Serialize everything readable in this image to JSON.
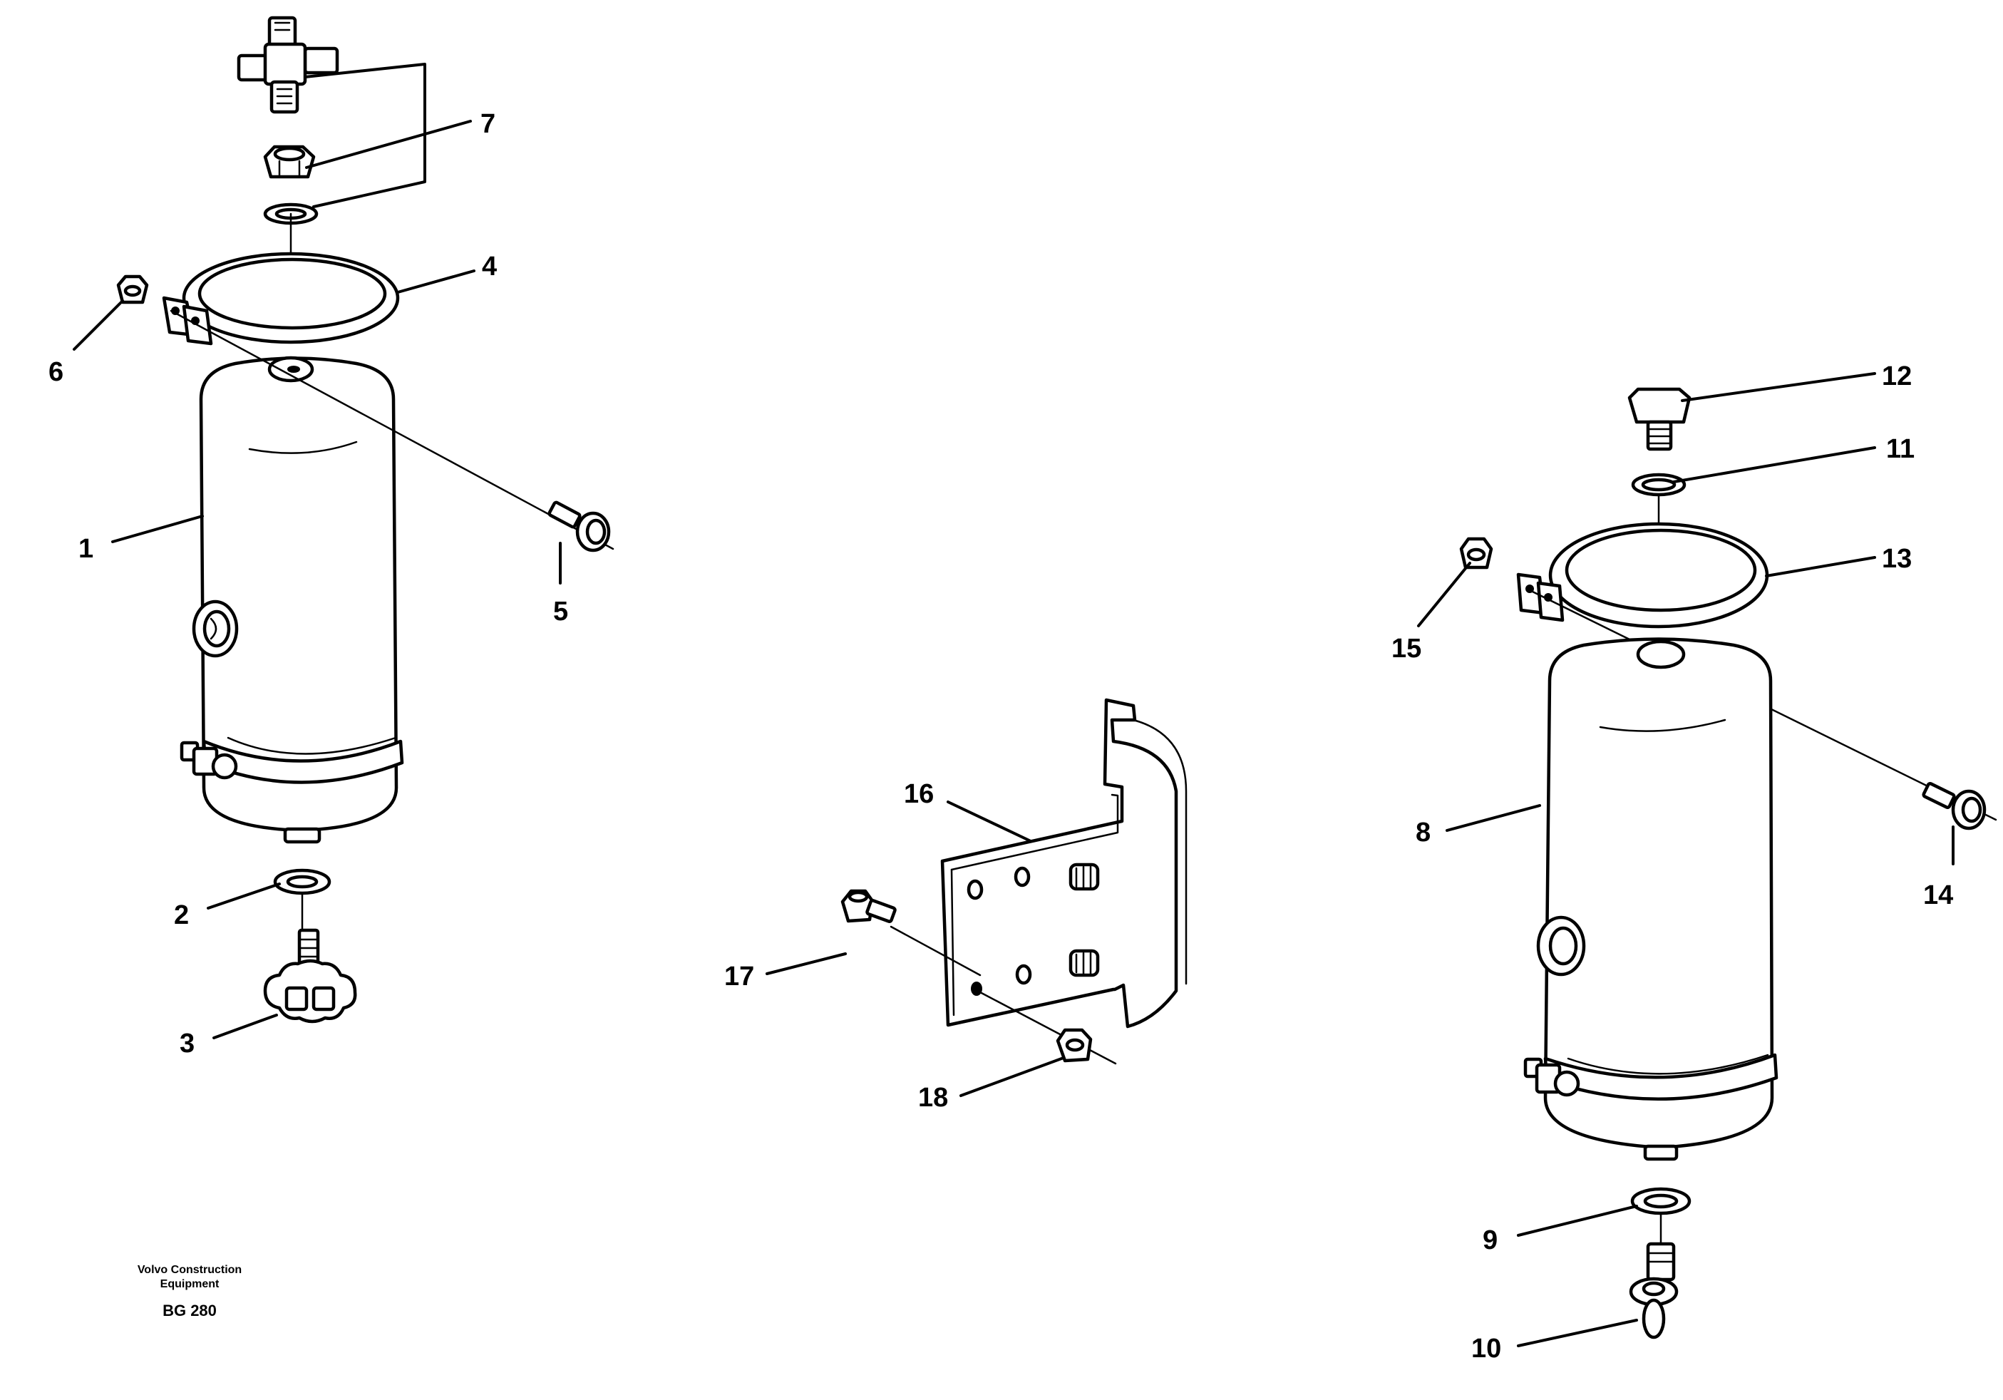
{
  "diagram": {
    "part_labels": [
      "1",
      "2",
      "3",
      "4",
      "5",
      "6",
      "7",
      "8",
      "9",
      "10",
      "11",
      "12",
      "13",
      "14",
      "15",
      "16",
      "17",
      "18"
    ],
    "caption": {
      "line1": "Volvo Construction",
      "line2": "Equipment",
      "code": "BG 280"
    }
  }
}
